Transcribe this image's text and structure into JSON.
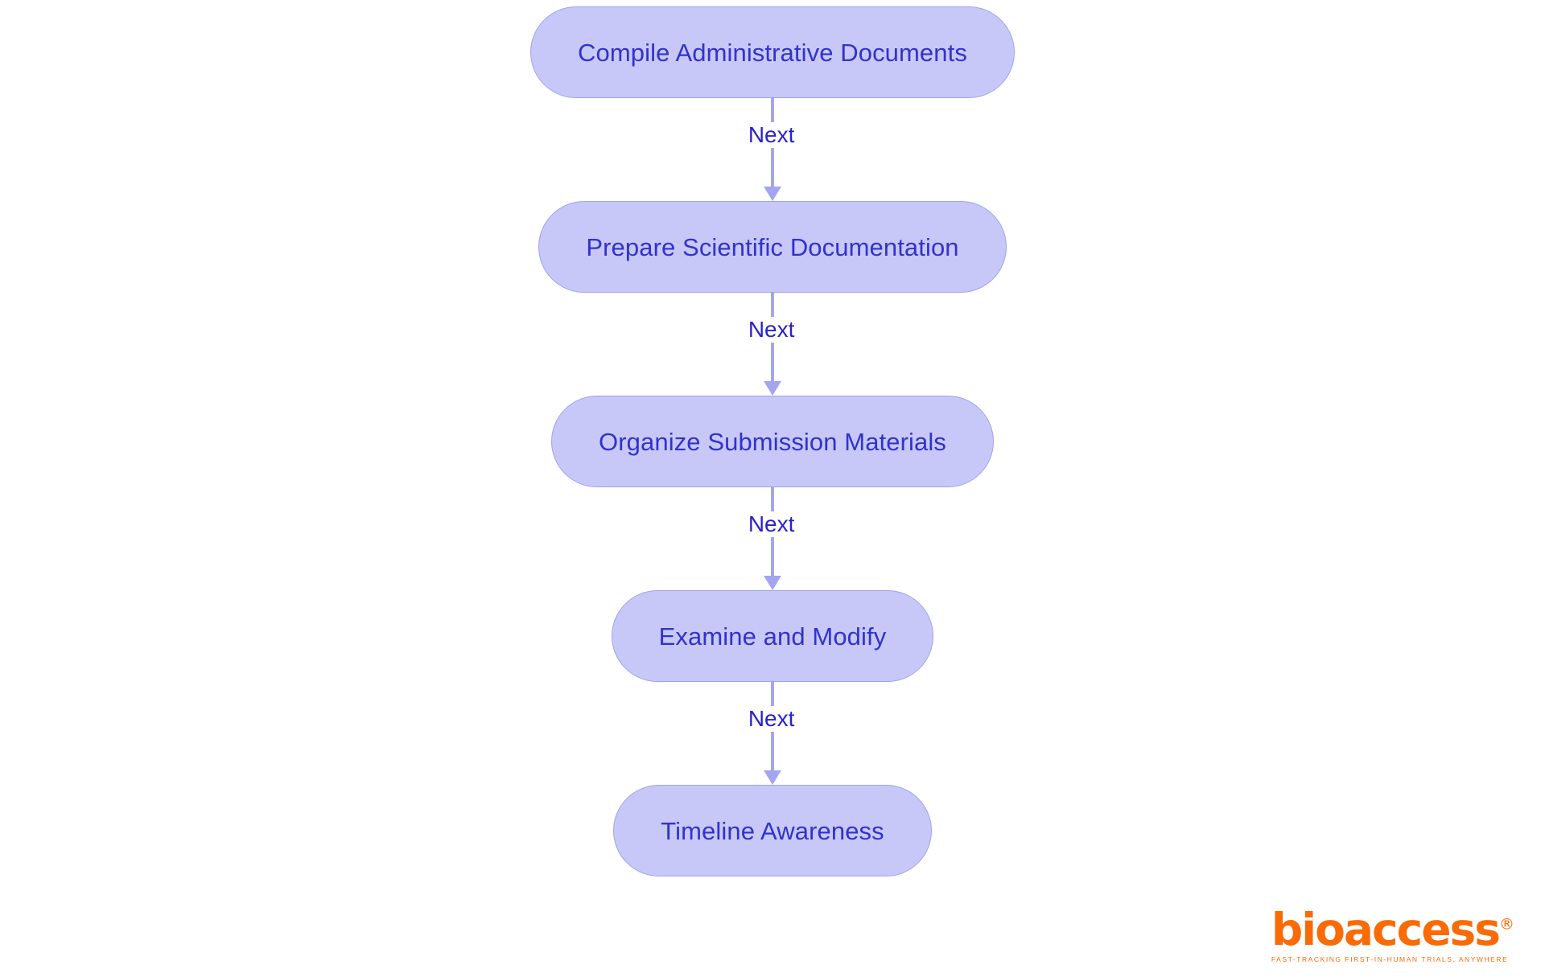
{
  "diagram": {
    "type": "flowchart",
    "orientation": "vertical",
    "background_color": "#ffffff",
    "node_fill_color": "#c7c8f8",
    "node_border_color": "#9fa3ee",
    "node_text_color": "#3232cd",
    "connector_color": "#a3a6ef",
    "connector_label_color": "#2a22c8",
    "nodes": [
      {
        "id": "n1",
        "label": "Compile Administrative Documents"
      },
      {
        "id": "n2",
        "label": "Prepare Scientific Documentation"
      },
      {
        "id": "n3",
        "label": "Organize Submission Materials"
      },
      {
        "id": "n4",
        "label": "Examine and Modify"
      },
      {
        "id": "n5",
        "label": "Timeline Awareness"
      }
    ],
    "edges": [
      {
        "from": "n1",
        "to": "n2",
        "label": "Next"
      },
      {
        "from": "n2",
        "to": "n3",
        "label": "Next"
      },
      {
        "from": "n3",
        "to": "n4",
        "label": "Next"
      },
      {
        "from": "n4",
        "to": "n5",
        "label": "Next"
      }
    ]
  },
  "brand": {
    "name": "bioaccess",
    "registered_mark": "®",
    "tagline": "FAST-TRACKING FIRST-IN-HUMAN TRIALS, ANYWHERE",
    "color": "#fa6a05"
  }
}
